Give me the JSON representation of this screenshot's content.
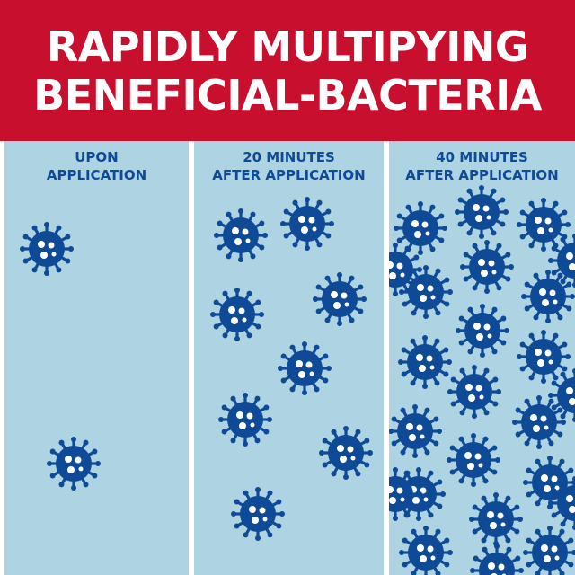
{
  "title": {
    "line1": "RAPIDLY MULTIPYING",
    "line2": "BENEFICIAL-BACTERIA"
  },
  "colors": {
    "banner": "#c8102e",
    "panel": "#aed4e4",
    "bacteria": "#0e4a96",
    "label": "#0e4a96",
    "divider": "#ffffff"
  },
  "icon": "bacteria-icon",
  "panels": [
    {
      "label_line1": "UPON",
      "label_line2": "APPLICATION",
      "bacteria_count": 2
    },
    {
      "label_line1": "20 MINUTES",
      "label_line2": "AFTER APPLICATION",
      "bacteria_count": 8
    },
    {
      "label_line1": "40 MINUTES",
      "label_line2": "AFTER APPLICATION",
      "bacteria_count": 24
    }
  ]
}
